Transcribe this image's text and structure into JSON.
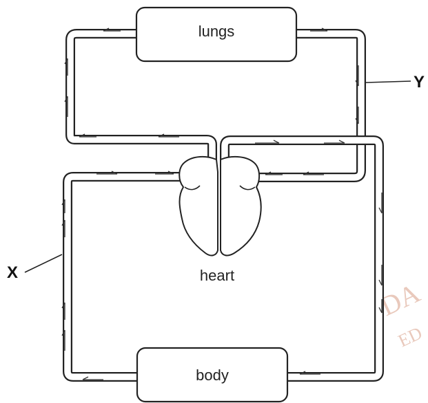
{
  "organs": {
    "lungs": "lungs",
    "body": "body",
    "heart": "heart"
  },
  "labels": {
    "x": "X",
    "y": "Y"
  },
  "watermark": {
    "line1": "DA",
    "line2": "ED"
  },
  "colors": {
    "line": "#222222",
    "watermark": "#e9c9bc"
  }
}
